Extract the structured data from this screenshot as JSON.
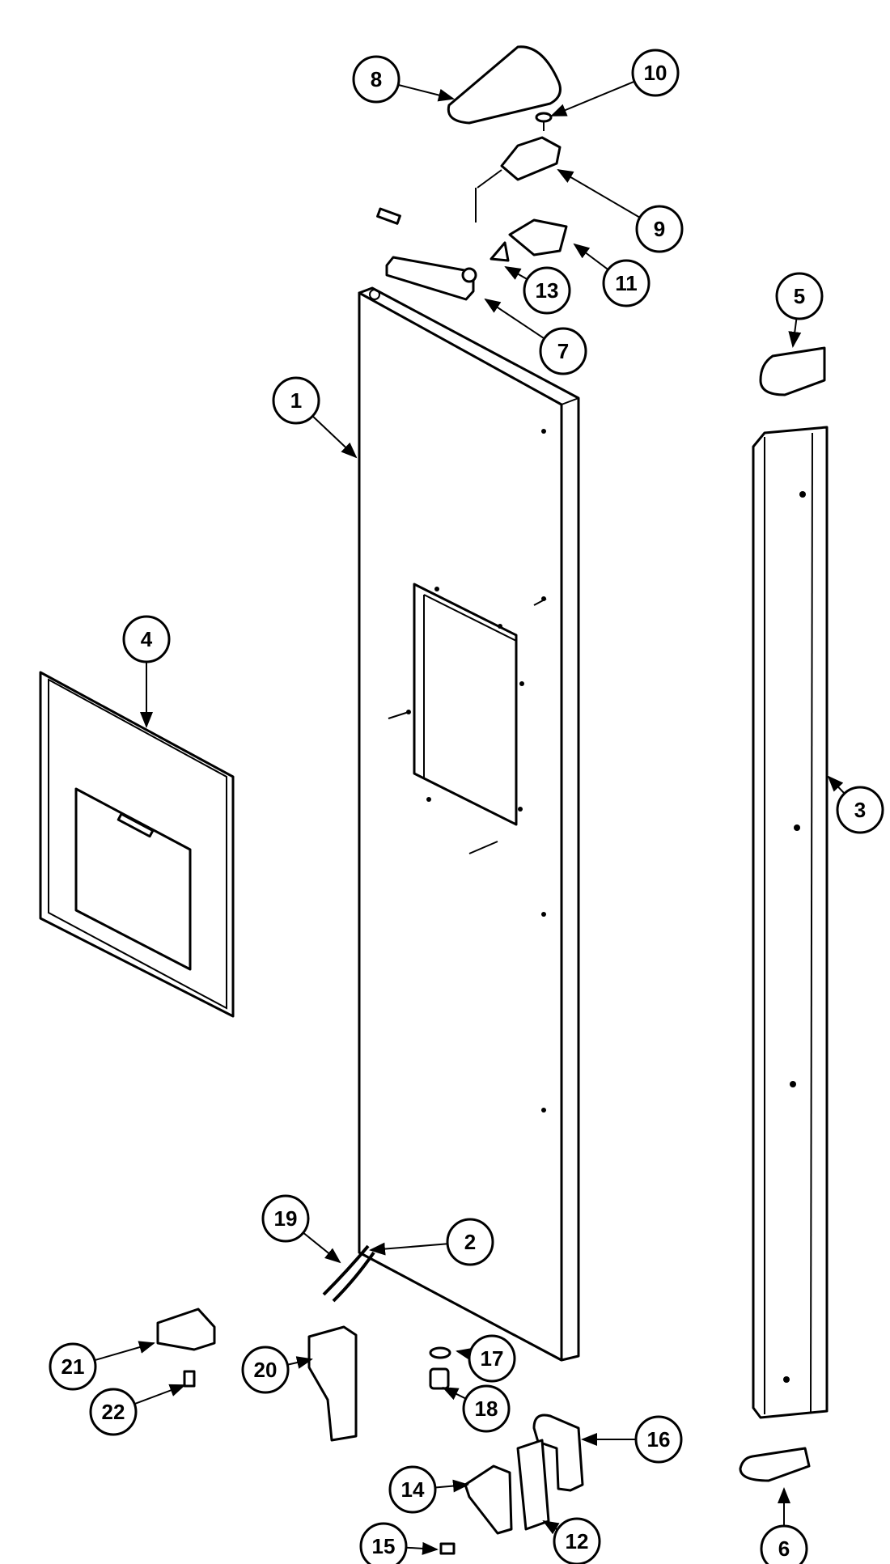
{
  "diagram": {
    "callouts": [
      {
        "label": "1"
      },
      {
        "label": "2"
      },
      {
        "label": "3"
      },
      {
        "label": "4"
      },
      {
        "label": "5"
      },
      {
        "label": "6"
      },
      {
        "label": "7"
      },
      {
        "label": "8"
      },
      {
        "label": "9"
      },
      {
        "label": "10"
      },
      {
        "label": "11"
      },
      {
        "label": "12"
      },
      {
        "label": "13"
      },
      {
        "label": "14"
      },
      {
        "label": "15"
      },
      {
        "label": "16"
      },
      {
        "label": "17"
      },
      {
        "label": "18"
      },
      {
        "label": "19"
      },
      {
        "label": "20"
      },
      {
        "label": "21"
      },
      {
        "label": "22"
      }
    ]
  }
}
